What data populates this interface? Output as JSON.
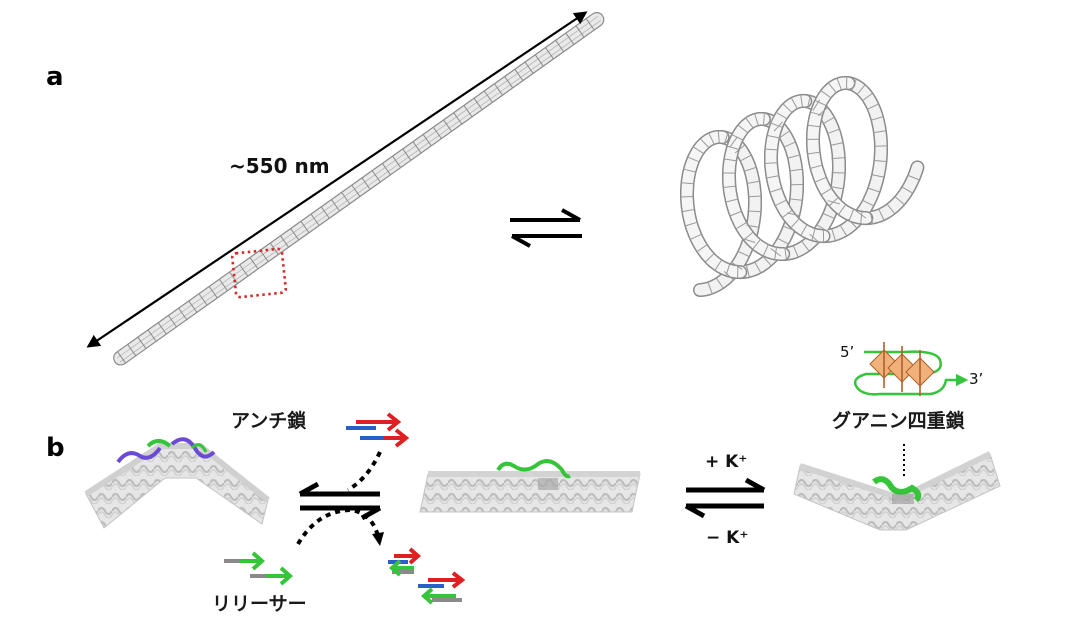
{
  "panel_a": {
    "letter": "a",
    "length_label": "~550 nm"
  },
  "panel_b": {
    "letter": "b",
    "anti_strand_label": "アンチ鎖",
    "releaser_label": "リリーサー",
    "g_quadruplex_label": "グアニン四重鎖",
    "k_plus_label": "+ K⁺",
    "k_minus_label": "− K⁺",
    "five_prime": "5’",
    "three_prime": "3’"
  },
  "colors": {
    "tube": "#dcdcdc",
    "tube_edge": "#8c8c8c",
    "highlight_box": "#d42a2a",
    "green": "#35c43a",
    "purple": "#6b4ad6",
    "red_strand": "#e02020",
    "blue_strand": "#2a5fc7",
    "gray_strand": "#8a8a8a",
    "orange_quartet": "#d98a45"
  }
}
